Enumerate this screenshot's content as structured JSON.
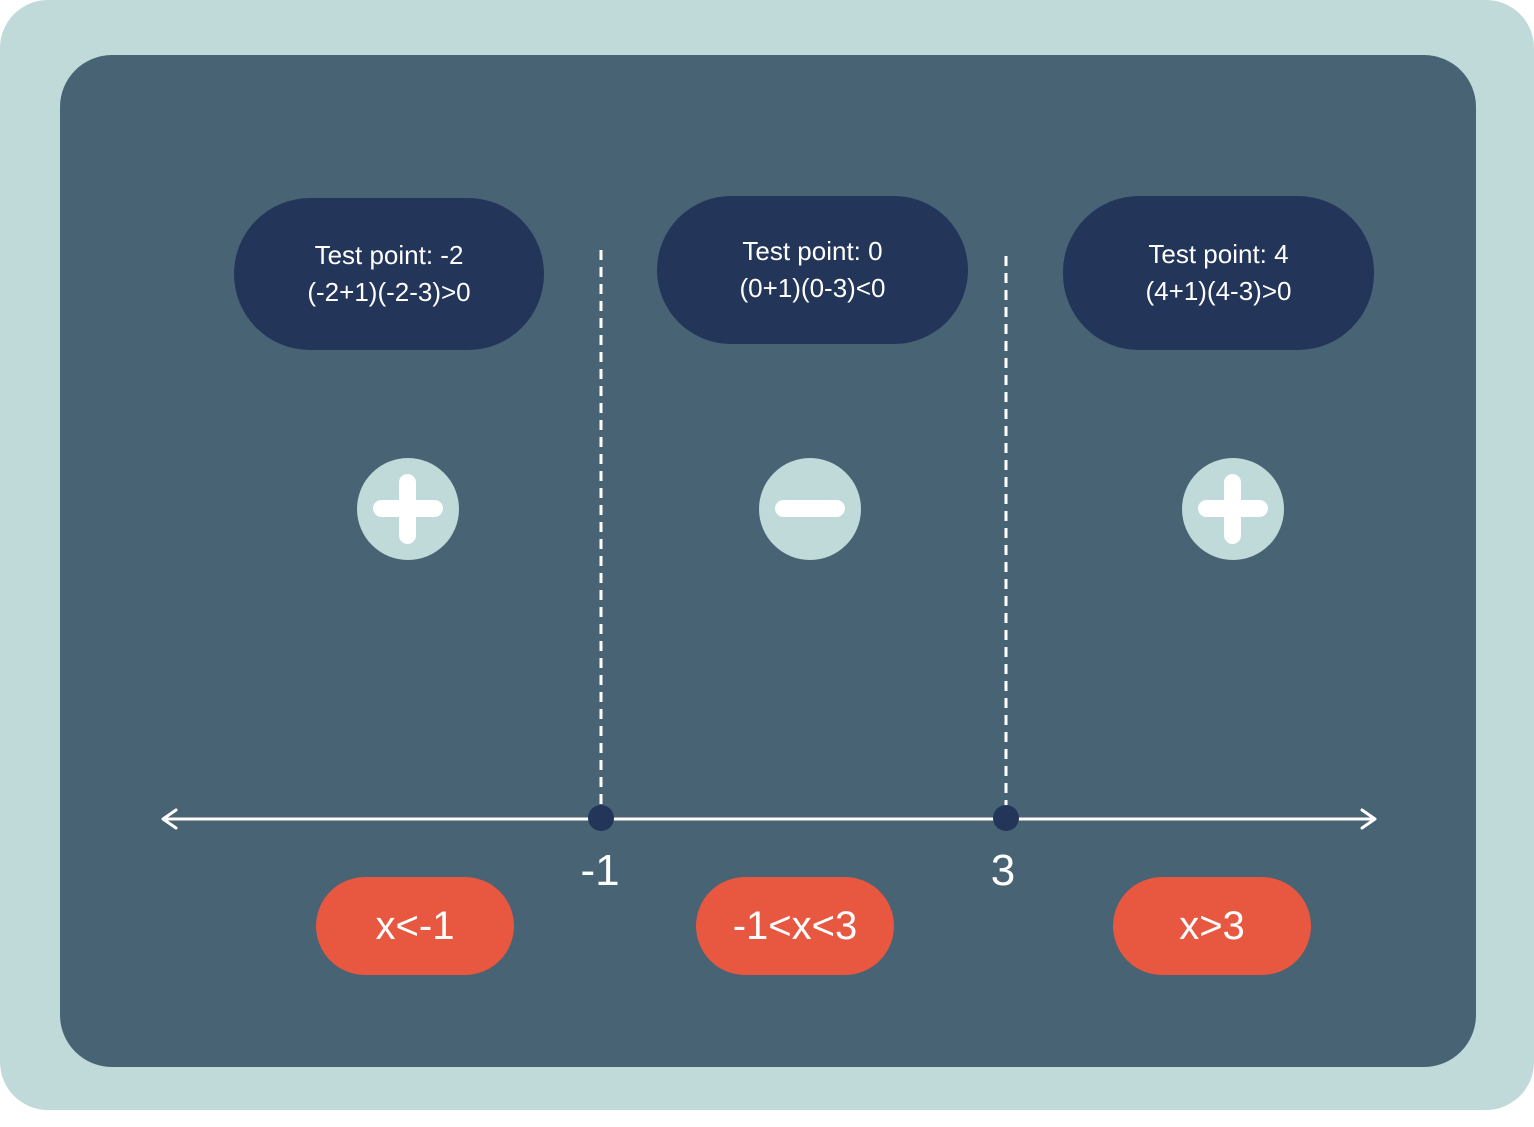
{
  "test_points": [
    {
      "title": "Test point: -2",
      "expr": "(-2+1)(-2-3)>0",
      "sign": "plus"
    },
    {
      "title": "Test point: 0",
      "expr": "(0+1)(0-3)<0",
      "sign": "minus"
    },
    {
      "title": "Test point: 4",
      "expr": "(4+1)(4-3)>0",
      "sign": "plus"
    }
  ],
  "critical_points": [
    "-1",
    "3"
  ],
  "regions": [
    "x<-1",
    "-1<x<3",
    "x>3"
  ],
  "colors": {
    "frame": "#bfdad9",
    "panel": "#486374",
    "pill": "#233559",
    "region": "#e8573f"
  }
}
